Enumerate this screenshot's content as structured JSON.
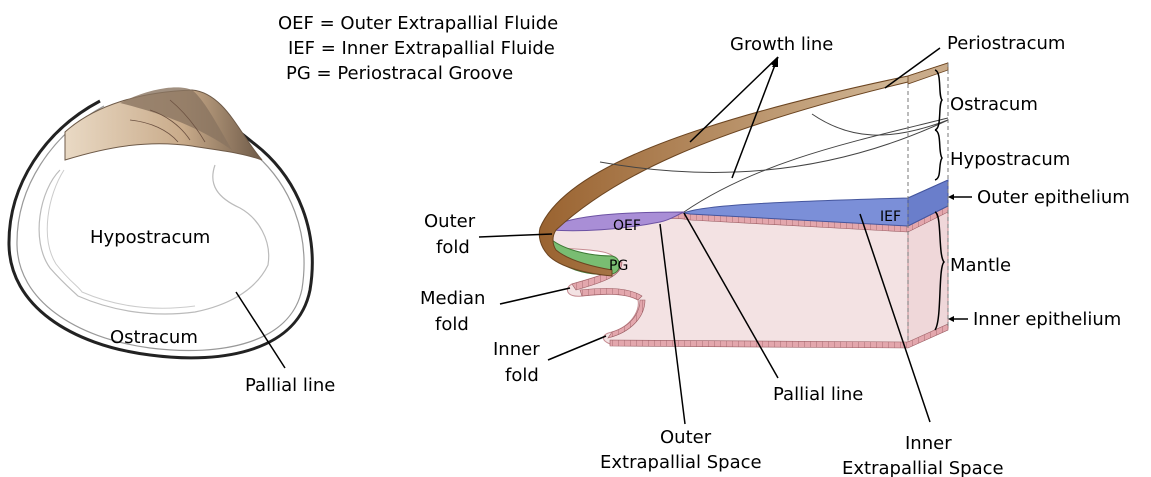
{
  "legend": {
    "oef": "OEF = Outer Extrapallial Fluide",
    "ief": "IEF = Inner Extrapallial Fluide",
    "pg": "PG = Periostracal Groove"
  },
  "shell_labels": {
    "hypostracum": "Hypostracum",
    "ostracum": "Ostracum",
    "pallial_line": "Pallial line"
  },
  "section_labels": {
    "growth_line": "Growth line",
    "periostracum": "Periostracum",
    "ostracum": "Ostracum",
    "hypostracum": "Hypostracum",
    "outer_epithelium": "Outer epithelium",
    "mantle": "Mantle",
    "inner_epithelium": "Inner epithelium",
    "outer_fold": [
      "Outer",
      "fold"
    ],
    "median_fold": [
      "Median",
      "fold"
    ],
    "inner_fold": [
      "Inner",
      "fold"
    ],
    "oef": "OEF",
    "ief": "IEF",
    "pg": "PG",
    "pallial_line": "Pallial line",
    "outer_eps": [
      "Outer",
      "Extrapallial Space"
    ],
    "inner_eps": [
      "Inner",
      "Extrapallial Space"
    ]
  },
  "colors": {
    "periostracum": "#a87440",
    "oef": "#a98ed6",
    "ief": "#7b8fd8",
    "pg": "#79bd72",
    "mantle": "#f3e2e3",
    "epithelium": "#e3a7ad"
  }
}
